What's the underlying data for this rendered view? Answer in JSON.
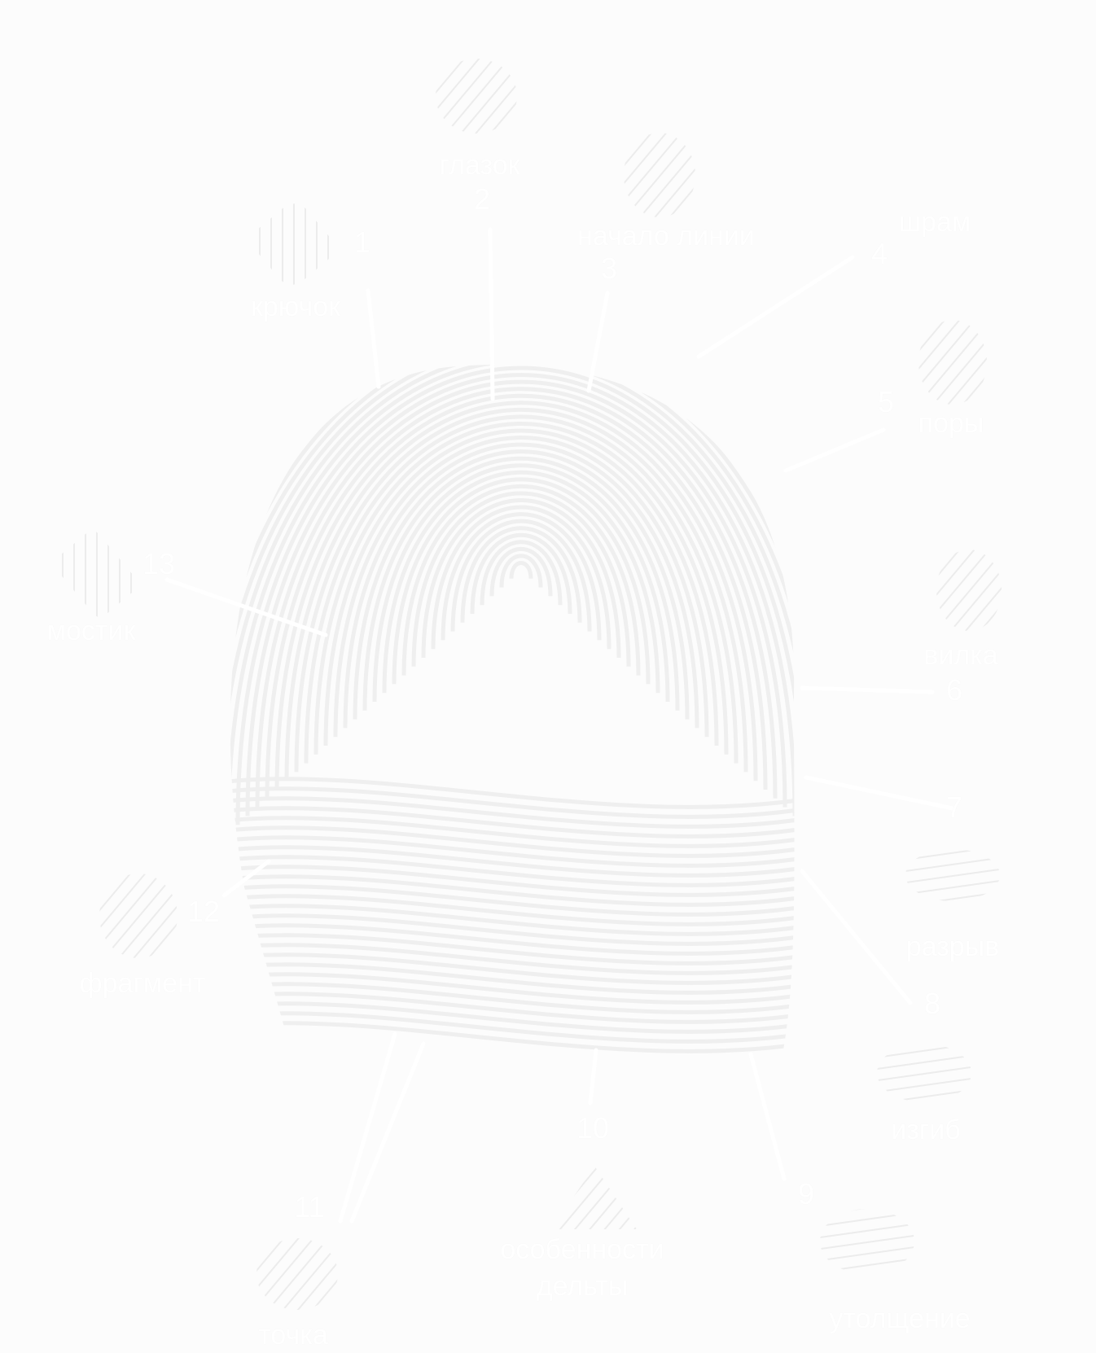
{
  "colors": {
    "background": "#fcfcfc",
    "lines": "#ffffff",
    "text": "#ffffff",
    "ridge": "#f1f1f1"
  },
  "features": [
    {
      "number": "1",
      "label": "крючок"
    },
    {
      "number": "2",
      "label": "глазок"
    },
    {
      "number": "3",
      "label": "начало линии"
    },
    {
      "number": "4",
      "label": "шрам"
    },
    {
      "number": "5",
      "label": "поры"
    },
    {
      "number": "6",
      "label": "вилка"
    },
    {
      "number": "7",
      "label": "разрыв"
    },
    {
      "number": "8",
      "label": "изгиб"
    },
    {
      "number": "9",
      "label": "утолщение"
    },
    {
      "number": "10",
      "label_line1": "особенности",
      "label_line2": "дельты"
    },
    {
      "number": "11",
      "label": "точка"
    },
    {
      "number": "12",
      "label": "фрагмент"
    },
    {
      "number": "13",
      "label": "мостик"
    }
  ],
  "icons": [
    "hook-icon",
    "eye-icon",
    "line-start-icon",
    "pores-icon",
    "fork-icon",
    "break-icon",
    "bend-icon",
    "thickening-icon",
    "delta-icon",
    "dot-icon",
    "fragment-icon",
    "bridge-icon"
  ]
}
